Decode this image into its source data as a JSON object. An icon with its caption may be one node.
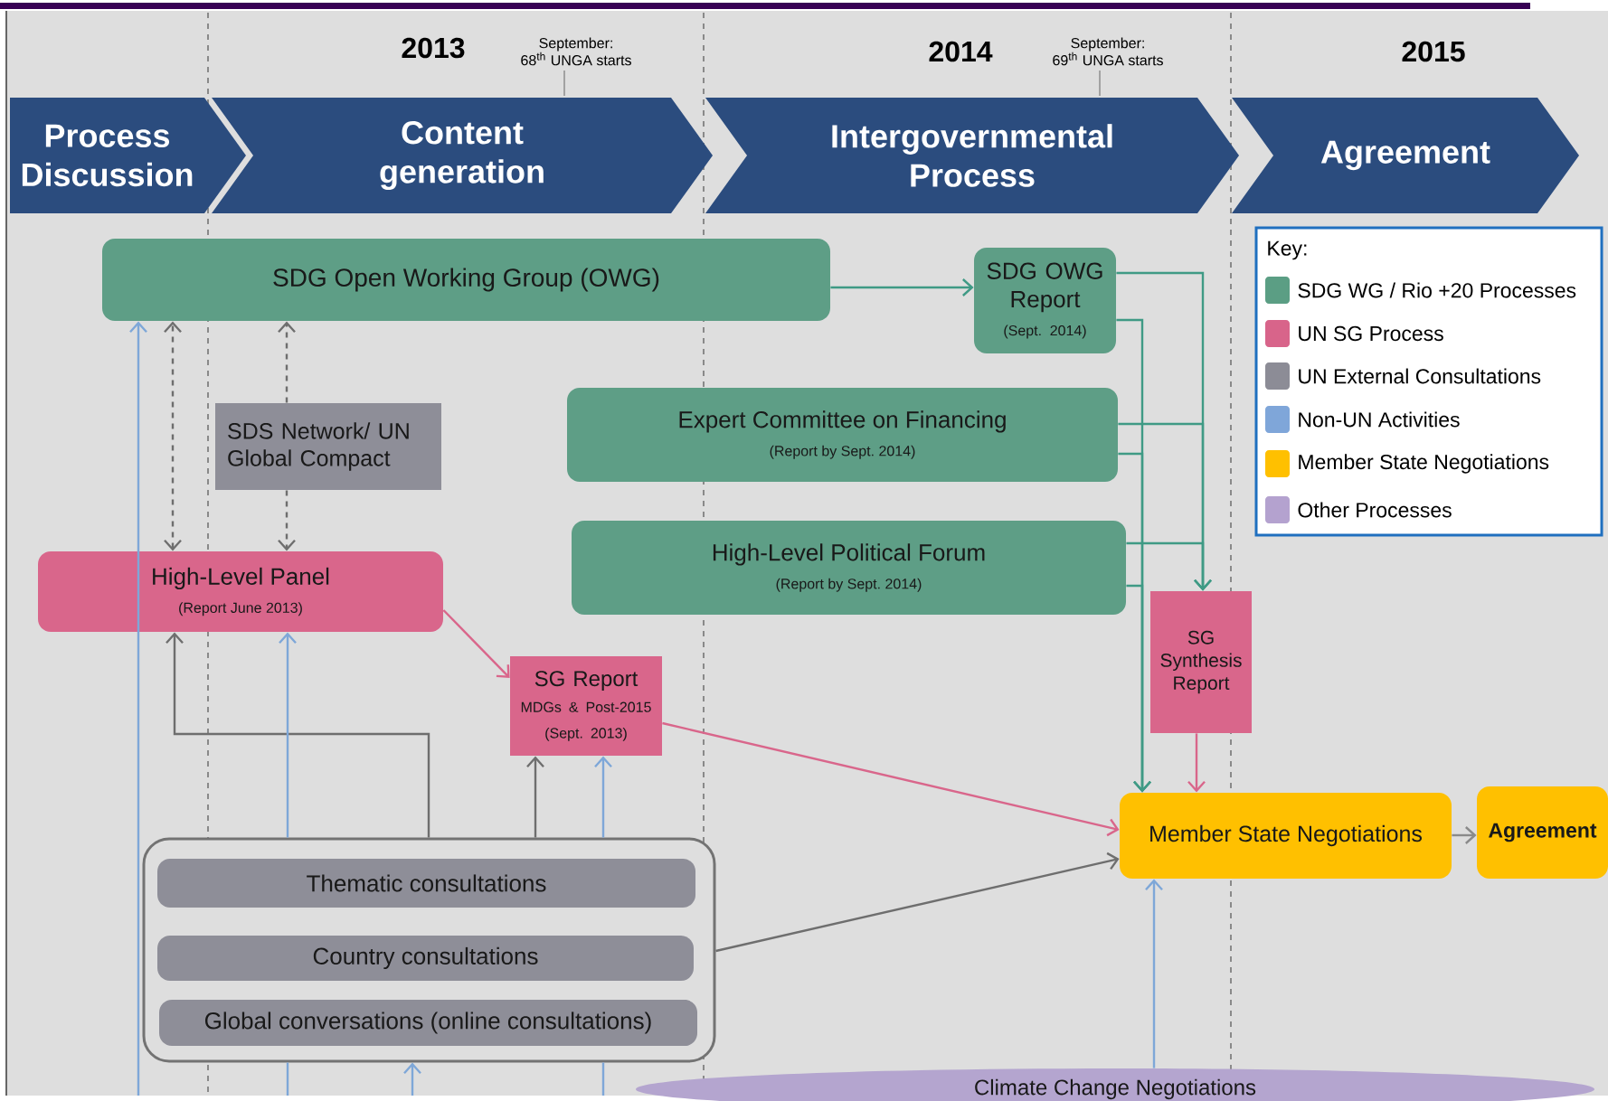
{
  "diagram": {
    "nodes": [
      {
        "text": [
          "Process Discussion"
        ]
      },
      {
        "text": [
          "Content generation"
        ]
      },
      {
        "text": [
          "Intergovernmental Process"
        ]
      },
      {
        "text": [
          "Agreement"
        ]
      },
      {
        "text": [
          "SDG Open Working Group (OWG)"
        ]
      },
      {
        "text": [
          "SDS Network/ UN Global Compact"
        ]
      },
      {
        "text": [
          "SDG OWG Report",
          "(Sept. 2014)"
        ]
      },
      {
        "text": [
          "Expert Committee on Financing",
          "(Report by Sept. 2014)"
        ]
      },
      {
        "text": [
          "High-Level Political Forum",
          "(Report by Sept. 2014)"
        ]
      },
      {
        "text": [
          "High-Level Panel",
          "(Report June 2013)"
        ]
      },
      {
        "text": [
          "SG Report",
          "MDGs & Post-2015",
          "(Sept. 2013)"
        ]
      },
      {
        "text": [
          "SG Synthesis Report"
        ]
      },
      {
        "text": [
          "Member State Negotiations"
        ]
      },
      {
        "text": [
          "Agreement"
        ]
      },
      {
        "text": [],
        "shape": "box"
      },
      {
        "text": [
          "Thematic consultations"
        ],
        "in": 14
      },
      {
        "text": [
          "Country consultations"
        ],
        "in": 14
      },
      {
        "text": [
          "Global conversations (online consultations)"
        ],
        "in": 14
      },
      {
        "text": [
          "Climate Change Negotiations"
        ]
      }
    ],
    "edges": [
      {
        "from": 4,
        "to": 6,
        "arrow": "to",
        "color": "#3f9a85"
      },
      {
        "from": 6,
        "to": 11,
        "arrow": "to",
        "color": "#3f9a85"
      },
      {
        "from": 7,
        "to": 11,
        "arrow": "to",
        "color": "#3f9a85"
      },
      {
        "from": 8,
        "to": 11,
        "arrow": "to",
        "color": "#3f9a85"
      },
      {
        "from": 6,
        "to": 12,
        "arrow": "to",
        "color": "#3f9a85"
      },
      {
        "from": 7,
        "to": 12,
        "arrow": "to",
        "color": "#3f9a85"
      },
      {
        "from": 8,
        "to": 12,
        "arrow": "to",
        "color": "#3f9a85"
      },
      {
        "from": 9,
        "to": 4,
        "arrow": "both",
        "style": "dashed",
        "color": "#6e6e6e"
      },
      {
        "from": 5,
        "to": 4,
        "arrow": "to",
        "style": "dashed",
        "color": "#6e6e6e"
      },
      {
        "from": 5,
        "to": 9,
        "arrow": "to",
        "style": "dashed",
        "color": "#6e6e6e"
      },
      {
        "from": 9,
        "to": 10,
        "arrow": "to",
        "color": "#d9668b"
      },
      {
        "from": 10,
        "to": 12,
        "arrow": "to",
        "color": "#d9668b"
      },
      {
        "from": 11,
        "to": 12,
        "arrow": "to",
        "color": "#d9668b"
      },
      {
        "from": 12,
        "to": 13,
        "arrow": "to",
        "color": "#8a8a8a"
      },
      {
        "from": 14,
        "to": 9,
        "arrow": "to",
        "color": "#6e6e6e"
      },
      {
        "from": 14,
        "to": 10,
        "arrow": "to",
        "color": "#6e6e6e"
      },
      {
        "from": 14,
        "to": 12,
        "arrow": "to",
        "color": "#6e6e6e"
      },
      {
        "from": null,
        "to": 4,
        "arrow": "to",
        "color": "#7ea7d8"
      },
      {
        "from": 14,
        "to": 9,
        "arrow": "to",
        "color": "#7ea7d8"
      },
      {
        "from": 14,
        "to": 10,
        "arrow": "to",
        "color": "#7ea7d8"
      },
      {
        "from": null,
        "to": 14,
        "arrow": "to",
        "color": "#7ea7d8"
      },
      {
        "from": null,
        "to": 14,
        "arrow": "none",
        "color": "#7ea7d8"
      },
      {
        "from": null,
        "to": 14,
        "arrow": "none",
        "color": "#7ea7d8"
      },
      {
        "from": 18,
        "to": 12,
        "arrow": "to",
        "color": "#7ea7d8"
      }
    ],
    "labels": [
      "2013",
      "September: 68$^{th}$ UNGA starts",
      "2014",
      "September: 69$^{th}$ UNGA starts",
      "2015",
      "Key:"
    ],
    "legend": [
      {
        "text": "SDG WG / Rio +20 Processes",
        "color": "#5b9e84"
      },
      {
        "text": "UN SG Process",
        "color": "#d8648a"
      },
      {
        "text": "UN External Consultations",
        "color": "#8c8c96"
      },
      {
        "text": "Non-UN Activities",
        "color": "#7fa6d9"
      },
      {
        "text": "Member State Negotiations",
        "color": "#ffc000"
      },
      {
        "text": "Other Processes",
        "color": "#b4a2cf"
      }
    ]
  }
}
